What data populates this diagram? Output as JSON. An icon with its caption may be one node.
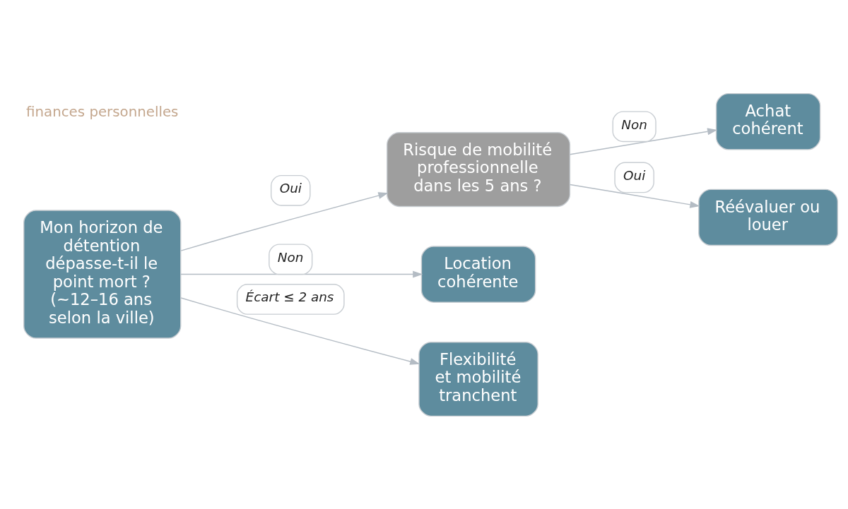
{
  "diagram": {
    "nodes": [
      {
        "text": [
          "Mon horizon de détention dépasse-t-il le point mort ? (~12–16 ans selon la ville)"
        ]
      },
      {
        "text": [
          "Risque de mobilité professionnelle dans les 5 ans ?"
        ]
      },
      {
        "text": [
          "Achat cohérent"
        ]
      },
      {
        "text": [
          "Réévaluer ou louer"
        ]
      },
      {
        "text": [
          "Location cohérente"
        ]
      },
      {
        "text": [
          "Flexibilité et mobilité tranchent"
        ]
      }
    ],
    "edges": [
      {
        "from": 0,
        "to": 1,
        "arrow": "to",
        "label": "Oui"
      },
      {
        "from": 0,
        "to": 4,
        "arrow": "to",
        "label": "Non"
      },
      {
        "from": 0,
        "to": 5,
        "arrow": "to",
        "label": "Écart ≤ 2 ans"
      },
      {
        "from": 1,
        "to": 2,
        "arrow": "to",
        "label": "Non"
      },
      {
        "from": 1,
        "to": 3,
        "arrow": "to",
        "label": "Oui"
      }
    ],
    "labels": [
      "finances personnelles"
    ]
  }
}
